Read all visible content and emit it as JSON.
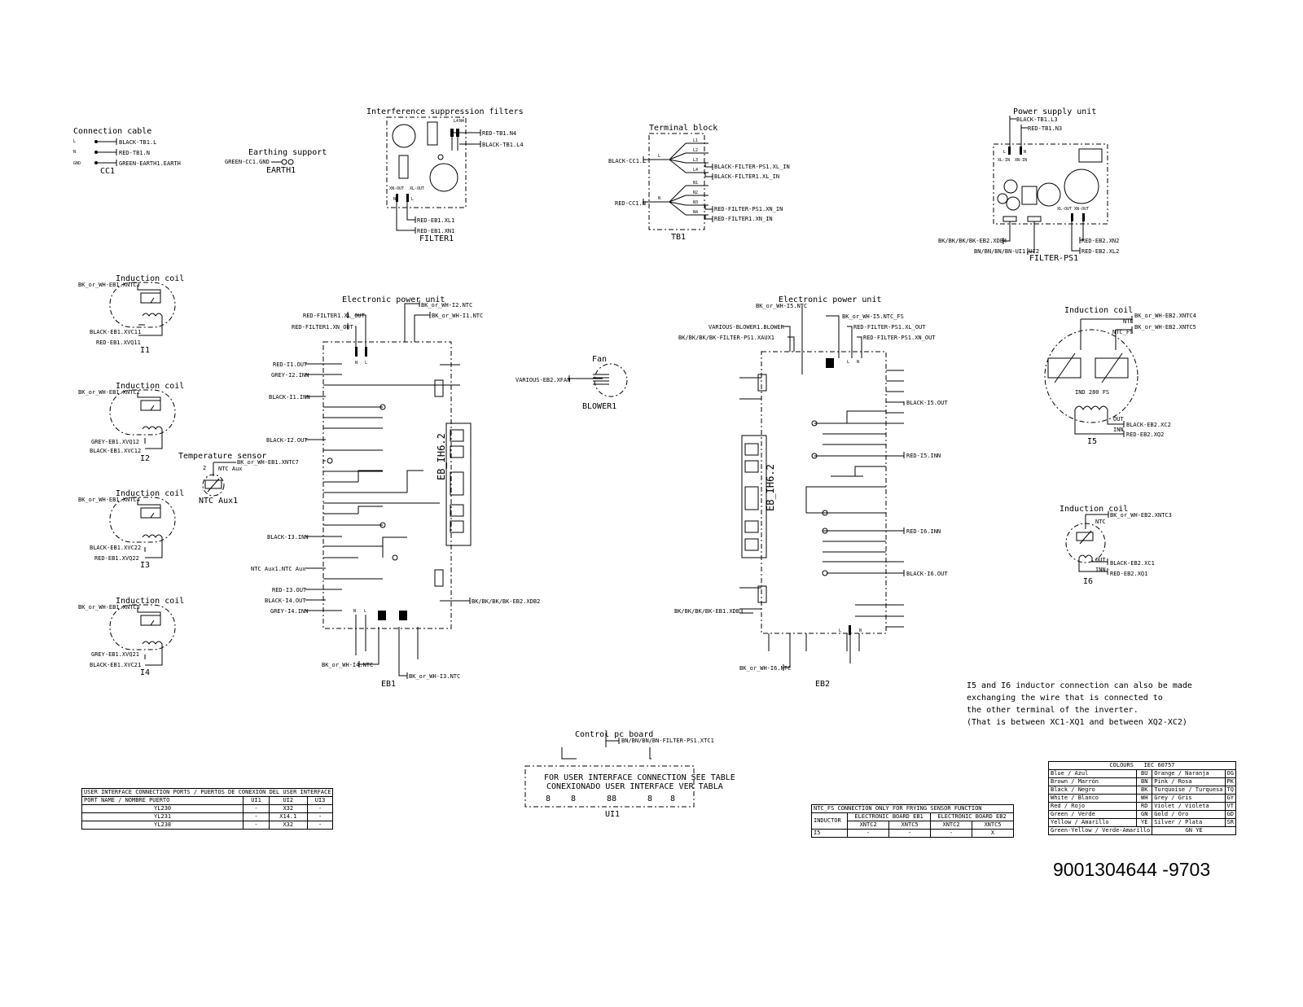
{
  "cc1": {
    "title": "Connection cable",
    "pins": [
      "L",
      "N",
      "GND"
    ],
    "wires": [
      "BLACK-TB1.L",
      "RED-TB1.N",
      "GREEN-EARTH1.EARTH"
    ],
    "ref": "CC1"
  },
  "earth1": {
    "title": "Earthing support",
    "wire": "GREEN-CC1.GND",
    "ref": "EARTH1"
  },
  "filter1": {
    "title": "Interference suppression filters",
    "pins_top": [
      "L4",
      "N4"
    ],
    "wires_top": [
      "RED-TB1.N4",
      "BLACK-TB1.L4"
    ],
    "labels_bottom": [
      "XN-OUT",
      "XL-OUT"
    ],
    "pins_bottom": [
      "N",
      "L"
    ],
    "wires_bottom": [
      "RED-EB1.XL1",
      "RED-EB1.XN1"
    ],
    "ref": "FILTER1"
  },
  "tb1": {
    "title": "Terminal block",
    "inputs": [
      "BLACK-CC1.L",
      "RED-CC1.N"
    ],
    "in_pins": [
      "L",
      "N"
    ],
    "terminals": [
      "L1",
      "L2",
      "L3",
      "L4",
      "N1",
      "N2",
      "N3",
      "N4"
    ],
    "outputs": [
      "BLACK-FILTER-PS1.XL_IN",
      "BLACK-FILTER1.XL_IN",
      "RED-FILTER-PS1.XN_IN",
      "RED-FILTER1.XN_IN"
    ],
    "ref": "TB1"
  },
  "ps1": {
    "title": "Power supply unit",
    "wires_top": [
      "BLACK-TB1.L3",
      "RED-TB1.N3"
    ],
    "pins_top": [
      "L",
      "N"
    ],
    "labels_top": [
      "XL-IN",
      "XN-IN"
    ],
    "labels_bottom": [
      "XL-OUT",
      "XN-OUT"
    ],
    "wires_bottom": [
      "RED-EB2.XN2",
      "RED-EB2.XL2"
    ],
    "wires_left": [
      "BK/BK/BK/BK-EB2.XDB4",
      "BN/BN/BN/BN-UI1.UI2"
    ],
    "ref": "FILTER-PS1"
  },
  "coils_left": [
    {
      "title": "Induction coil",
      "ntc": "BK_or_WH-EB1.XNTC3",
      "w1": "BLACK-EB1.XVC11",
      "w2": "RED-EB1.XVQ11",
      "ref": "I1"
    },
    {
      "title": "Induction coil",
      "ntc": "BK_or_WH-EB1.XNTC2",
      "w1": "GREY-EB1.XVQ12",
      "w2": "BLACK-EB1.XVC12",
      "ref": "I2"
    },
    {
      "title": "Induction coil",
      "ntc": "BK_or_WH-EB1.XNTC4",
      "w1": "BLACK-EB1.XVC22",
      "w2": "RED-EB1.XVQ22",
      "ref": "I3"
    },
    {
      "title": "Induction coil",
      "ntc": "BK_or_WH-EB1.XNTC5",
      "w1": "GREY-EB1.XVQ21",
      "w2": "BLACK-EB1.XVC21",
      "ref": "I4"
    }
  ],
  "ntc_aux": {
    "title": "Temperature sensor",
    "wire": "BK_or_WH-EB1.XNTC7",
    "pin_label": "NTC Aux",
    "pin_num": "2",
    "ref": "NTC Aux1"
  },
  "eb1": {
    "title": "Electronic power unit",
    "board": "EB_IH6.2",
    "ref": "EB1",
    "top_wires": [
      "RED-FILTER1.XL_OUT",
      "RED-FILTER1.XN_OUT",
      "BK_or_WH-I2.NTC",
      "BK_or_WH-I1.NTC"
    ],
    "left_wires": [
      "RED-I1.OUT",
      "GREY-I2.INN",
      "BLACK-I1.INN",
      "BLACK-I2.OUT",
      "BLACK-I3.INN",
      "NTC Aux1.NTC Aux",
      "RED-I3.OUT",
      "BLACK-I4.OUT",
      "GREY-I4.INN"
    ],
    "right_wire": "BK/BK/BK/BK-EB2.XDB2",
    "bottom_wires": [
      "BK_or_WH-I4.NTC",
      "BK_or_WH-I3.NTC"
    ],
    "top_pins": [
      "N",
      "L"
    ],
    "bottom_pins": [
      "N",
      "L"
    ]
  },
  "fan": {
    "title": "Fan",
    "wire": "VARIOUS-EB2.XFAN",
    "ref": "BLOWER1"
  },
  "eb2": {
    "title": "Electronic power unit",
    "board": "EB_IH6.2",
    "ref": "EB2",
    "top_wires": [
      "BK_or_WH-I5.NTC",
      "VARIOUS-BLOWER1.BLOWER",
      "BK/BK/BK/BK-FILTER-PS1.XAUX1",
      "BK_or_WH-I5.NTC_FS",
      "RED-FILTER-PS1.XL_OUT",
      "RED-FILTER-PS1.XN_OUT"
    ],
    "right_wires": [
      "BLACK-I5.OUT",
      "RED-I5.INN",
      "RED-I6.INN",
      "BLACK-I6.OUT"
    ],
    "left_wire": "BK/BK/BK/BK-EB1.XDB3",
    "bottom_wire": "BK_or_WH-I6.NTC",
    "top_pins": [
      "L",
      "N"
    ],
    "bottom_pins": [
      "L",
      "N"
    ]
  },
  "coil_i5": {
    "title": "Induction coil",
    "ntc": "BK_or_WH-EB2.XNTC4",
    "ntc_fs": "BK_or_WH-EB2.XNTC5",
    "lbl_ntc": "NTC",
    "lbl_fs": "NTC_FS",
    "model": "IND 280 FS",
    "out": "BLACK-EB2.XC2",
    "inn": "RED-EB2.XQ2",
    "ref": "I5"
  },
  "coil_i6": {
    "title": "Induction coil",
    "ntc": "BK_or_WH-EB2.XNTC3",
    "out": "BLACK-EB2.XC1",
    "inn": "RED-EB2.XQ1",
    "lbl_ntc": "NTC",
    "ref": "I6"
  },
  "note": [
    "I5 and I6 inductor connection can also be made",
    "exchanging the wire that is connected to",
    "the other terminal of the inverter.",
    "(That is between XC1-XQ1 and between XQ2-XC2)"
  ],
  "ui1": {
    "title": "Control pc board",
    "wire": "BN/BN/BN/BN-FILTER-PS1.XTC1",
    "line1": "FOR USER INTERFACE CONNECTION SEE TABLE",
    "line2": "CONEXIONADO USER INTERFACE VER TABLA",
    "digits": [
      "8",
      "8",
      "88",
      "8",
      "8"
    ],
    "ref": "UI1"
  },
  "ui_table": {
    "title": "USER INTERFACE CONNECTION PORTS / PUERTOS DE CONEXIÓN DEL USER INTERFACE",
    "headers": [
      "PORT NAME / NOMBRE PUERTO",
      "UI1",
      "UI2",
      "UI3"
    ],
    "rows": [
      [
        "YL230",
        "-",
        "X32",
        "-"
      ],
      [
        "YL231",
        "-",
        "X14.1",
        "-"
      ],
      [
        "YL238",
        "-",
        "X32",
        "-"
      ]
    ]
  },
  "ntc_table": {
    "title": "NTC_FS CONNECTION ONLY FOR FRYING SENSOR FUNCTION",
    "col_inductor": "INDUCTOR",
    "boards": [
      "ELECTRONIC BOARD EB1",
      "ELECTRONIC BOARD EB2"
    ],
    "sub": [
      "XNTC2",
      "XNTC5",
      "XNTC2",
      "XNTC5"
    ],
    "row": [
      "I5",
      "-",
      "-",
      "-",
      "X"
    ]
  },
  "colours": {
    "title": "COLOURS",
    "standard": "IEC 60757",
    "rows": [
      [
        "Blue / Azul",
        "BU",
        "Orange / Naranja",
        "OG"
      ],
      [
        "Brown / Marrón",
        "BN",
        "Pink / Rosa",
        "PK"
      ],
      [
        "Black / Negro",
        "BK",
        "Turquoise / Turquesa",
        "TQ"
      ],
      [
        "White / Blanco",
        "WH",
        "Grey / Gris",
        "GY"
      ],
      [
        "Red / Rojo",
        "RD",
        "Violet / Violeta",
        "VT"
      ],
      [
        "Green / Verde",
        "GN",
        "Gold / Oro",
        "GD"
      ],
      [
        "Yellow / Amarillo",
        "YE",
        "Silver / Plata",
        "SR"
      ]
    ],
    "last_row": [
      "Green-Yellow / Verde-Amarillo",
      "GN YE"
    ]
  },
  "doc_number": "9001304644 -9703"
}
